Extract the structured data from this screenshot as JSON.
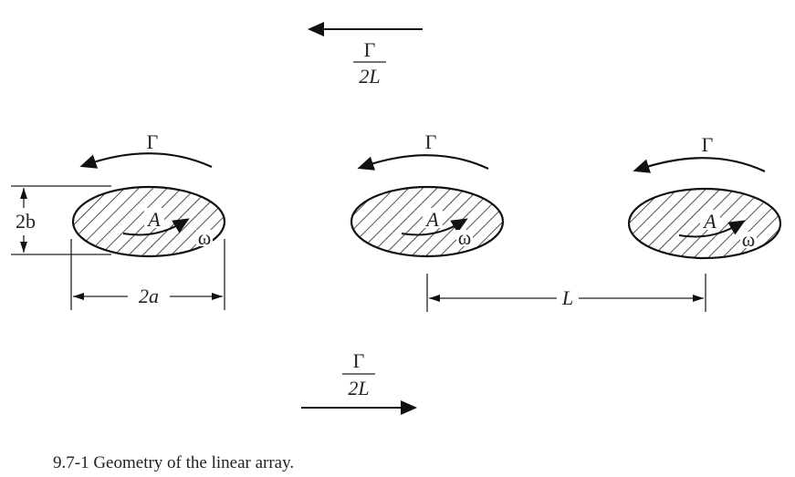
{
  "top_flow": {
    "numerator": "Γ",
    "denominator": "2L"
  },
  "bottom_flow": {
    "numerator": "Γ",
    "denominator": "2L"
  },
  "vortices": [
    {
      "circulation": "Γ",
      "center": "A",
      "rotation": "ω"
    },
    {
      "circulation": "Γ",
      "center": "A",
      "rotation": "ω"
    },
    {
      "circulation": "Γ",
      "center": "A",
      "rotation": "ω"
    }
  ],
  "dimensions": {
    "height": "2b",
    "width": "2a",
    "spacing": "L"
  },
  "caption": "9.7-1 Geometry of the linear array."
}
